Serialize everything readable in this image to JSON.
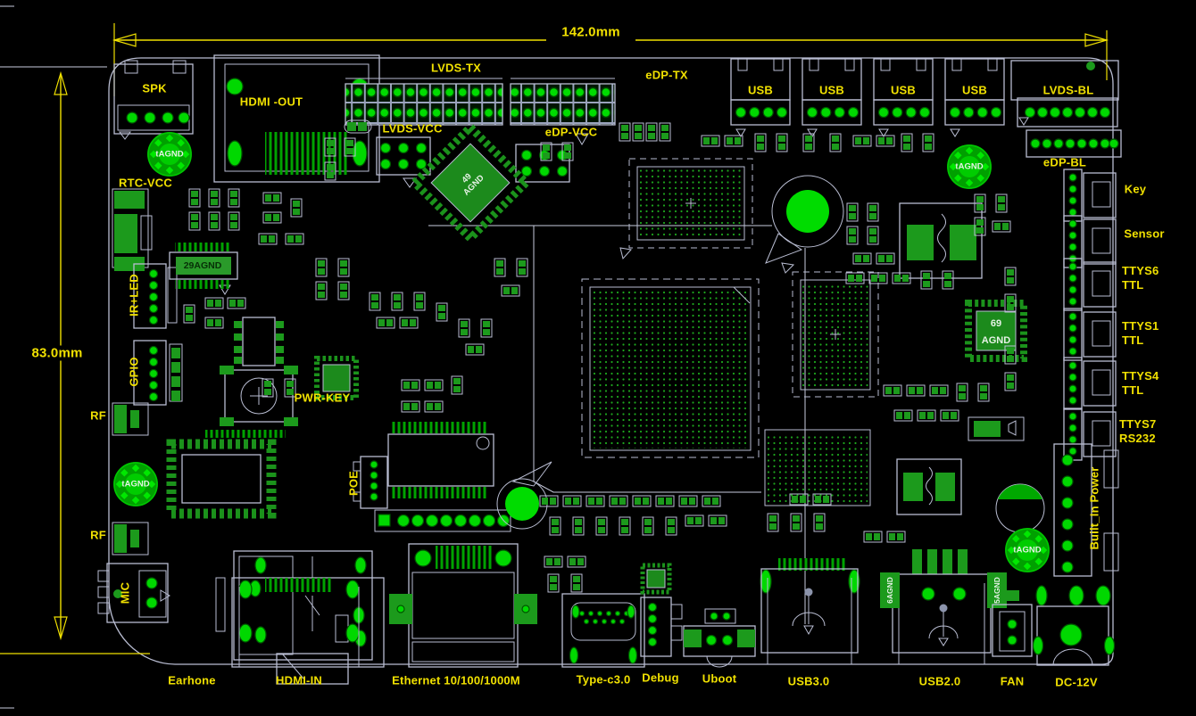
{
  "colors": {
    "background": "#000000",
    "silkscreen": "#b9bdd2",
    "pad_bright_green": "#00d800",
    "copper_green": "#1c8a1c",
    "label_yellow": "#f0e000"
  },
  "dimensions": {
    "width": "142.0mm",
    "height": "83.0mm"
  },
  "labels": {
    "top": {
      "spk": "SPK",
      "hdmi_out": "HDMI -OUT",
      "lvds_tx": "LVDS-TX",
      "lvds_vcc": "LVDS-VCC",
      "edp_tx": "eDP-TX",
      "edp_vcc": "eDP-VCC",
      "usb": "USB",
      "lvds_bl": "LVDS-BL"
    },
    "right": {
      "edp_bl": "eDP-BL",
      "key": "Key",
      "sensor": "Sensor",
      "ttys6_l1": "TTYS6",
      "ttys6_l2": "TTL",
      "ttys1_l1": "TTYS1",
      "ttys1_l2": "TTL",
      "ttys4_l1": "TTYS4",
      "ttys4_l2": "TTL",
      "ttys7_l1": "TTYS7",
      "ttys7_l2": "RS232",
      "built_in_power": "Built_In Power"
    },
    "left": {
      "rtc_vcc": "RTC-VCC",
      "ir_led": "IR+LED",
      "gpio": "GPIO",
      "rf": "RF",
      "mic": "MIC"
    },
    "bottom": {
      "earhone": "Earhone",
      "hdmi_in": "HDMI-IN",
      "ethernet": "Ethernet 10/100/1000M",
      "type_c": "Type-c3.0",
      "debug": "Debug",
      "uboot": "Uboot",
      "usb3": "USB3.0",
      "usb2": "USB2.0",
      "fan": "FAN",
      "dc12v": "DC-12V"
    },
    "board": {
      "pwr_key": "PWR-KEY",
      "poe": "POE",
      "tagnd": "tAGND",
      "agnd29": "29AGND",
      "agnd49_l1": "49",
      "agnd49_l2": "AGND",
      "agnd69_l1": "69",
      "agnd69_l2": "AGND",
      "agnd6": "6AGND",
      "agnd5": "5AGND"
    }
  }
}
